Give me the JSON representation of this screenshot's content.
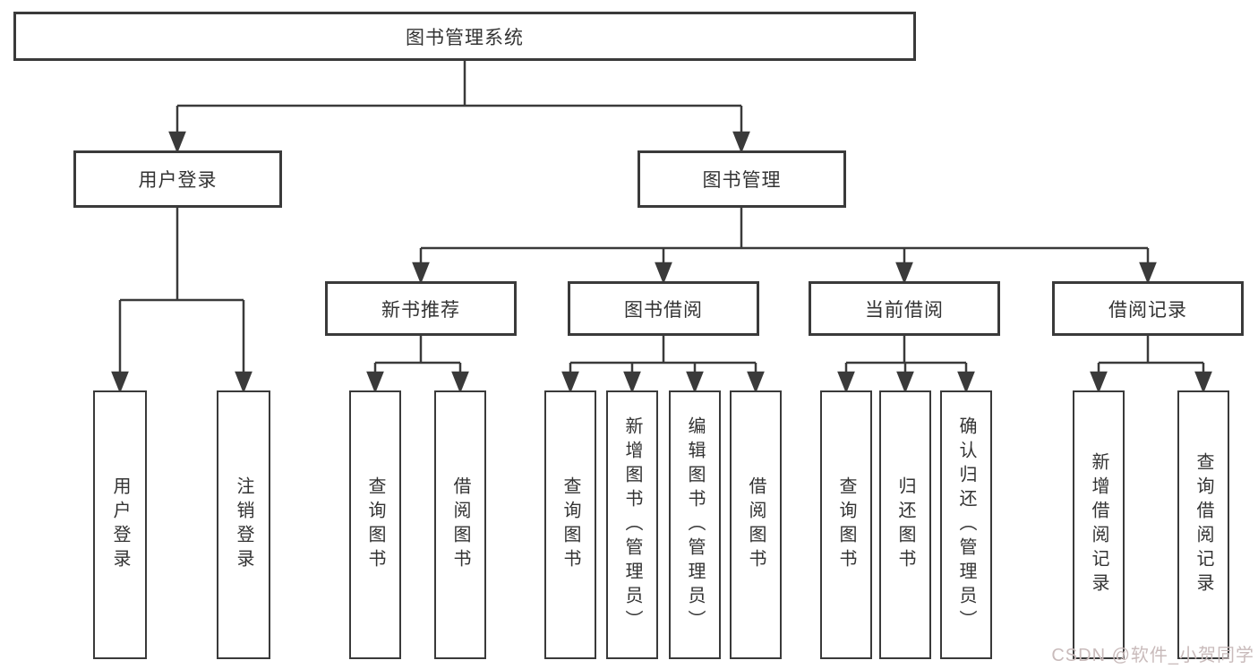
{
  "diagram": {
    "root": {
      "label": "图书管理系统"
    },
    "level2": [
      {
        "label": "用户登录"
      },
      {
        "label": "图书管理"
      }
    ],
    "level3": [
      {
        "label": "新书推荐"
      },
      {
        "label": "图书借阅"
      },
      {
        "label": "当前借阅"
      },
      {
        "label": "借阅记录"
      }
    ],
    "leaves": {
      "user_login": [
        "用户登录",
        "注销登录"
      ],
      "new_book": [
        "查询图书",
        "借阅图书"
      ],
      "borrow": [
        "查询图书",
        "新增图书（管理员）",
        "编辑图书（管理员）",
        "借阅图书"
      ],
      "current": [
        "查询图书",
        "归还图书",
        "确认归还（管理员）"
      ],
      "records": [
        "新增借阅记录",
        "查询借阅记录"
      ]
    }
  },
  "watermark": "CSDN @软件_小贺同学",
  "colors": {
    "line": "#3a3a3a",
    "text": "#333333",
    "watermark": "#c9bbbb"
  }
}
